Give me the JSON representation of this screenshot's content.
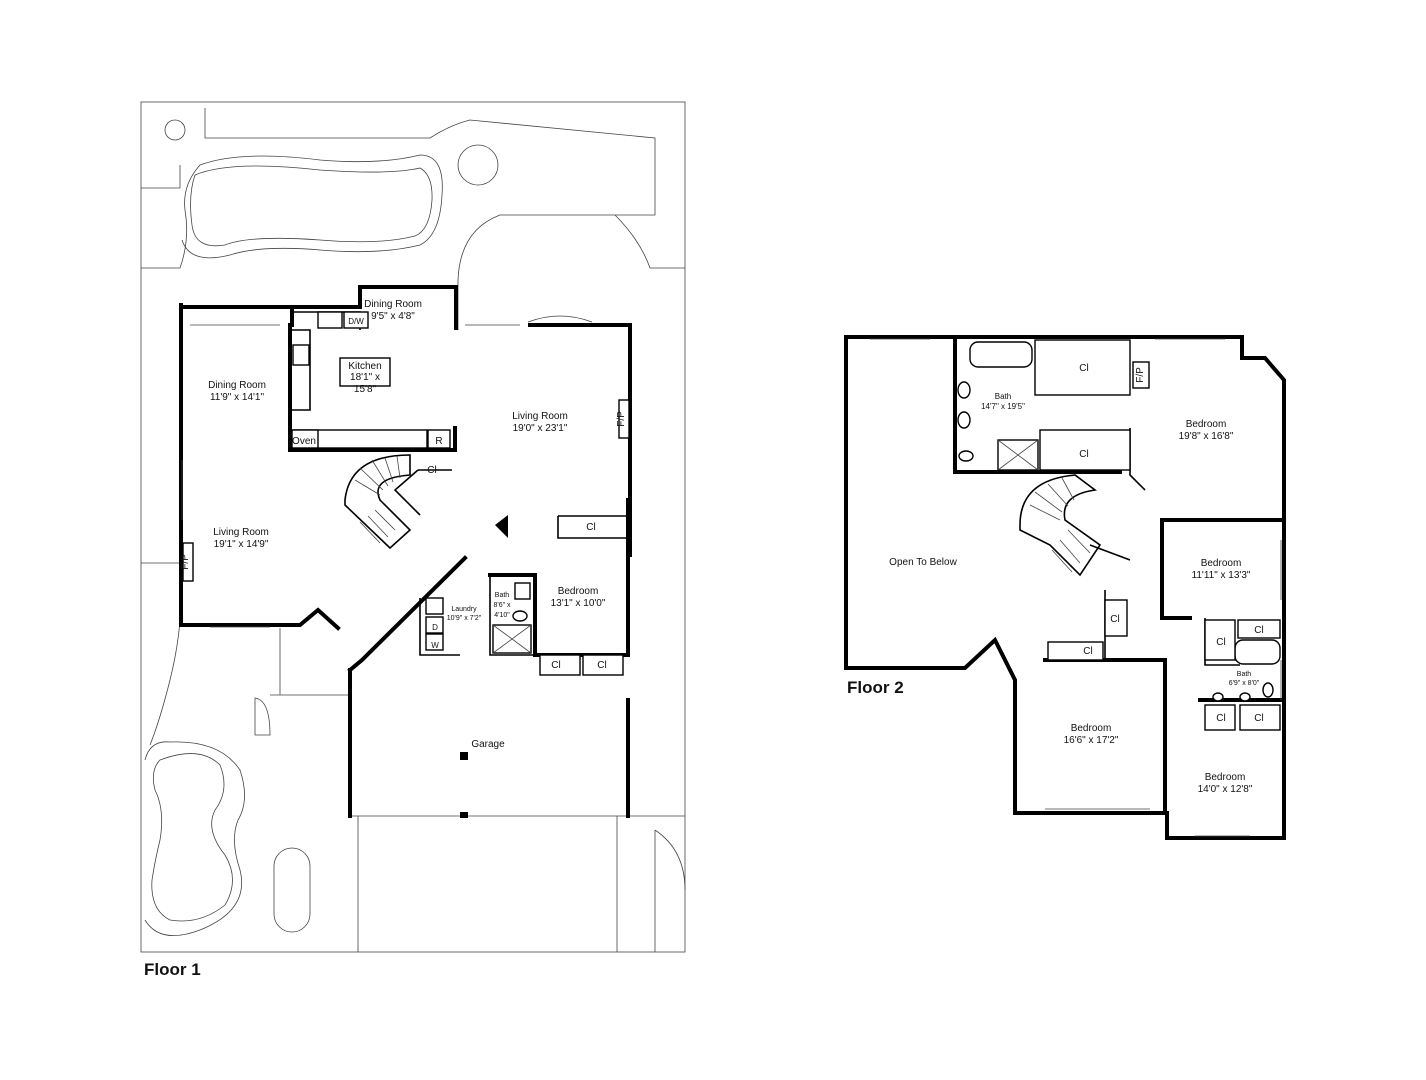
{
  "floors": [
    {
      "title": "Floor 1",
      "rooms": [
        {
          "name": "Dining Room",
          "dims": "9'5\" x 4'8\""
        },
        {
          "name": "Kitchen",
          "dims_line1": "18'1\" x",
          "dims_line2": "15'8\""
        },
        {
          "name": "Dining Room",
          "dims": "11'9\" x 14'1\""
        },
        {
          "name": "Living Room",
          "dims": "19'0\" x 23'1\""
        },
        {
          "name": "Living Room",
          "dims": "19'1\" x 14'9\""
        },
        {
          "name": "Bedroom",
          "dims": "13'1\" x 10'0\""
        },
        {
          "name": "Laundry",
          "dims": "10'9\" x 7'2\""
        },
        {
          "name": "Bath",
          "dims_line1": "8'6\" x",
          "dims_line2": "4'10\""
        },
        {
          "name": "Garage"
        }
      ],
      "fixtures": {
        "dw": "D/W",
        "oven": "Oven",
        "fridge": "R",
        "fireplace": "F/P",
        "closet": "Cl",
        "washer": "W",
        "dryer": "D"
      }
    },
    {
      "title": "Floor 2",
      "rooms": [
        {
          "name": "Bath",
          "dims": "14'7\" x 19'5\""
        },
        {
          "name": "Bedroom",
          "dims": "19'8\" x 16'8\""
        },
        {
          "name": "Open To Below"
        },
        {
          "name": "Bedroom",
          "dims": "11'11\" x 13'3\""
        },
        {
          "name": "Bath",
          "dims": "6'9\" x 8'0\""
        },
        {
          "name": "Bedroom",
          "dims": "16'6\" x 17'2\""
        },
        {
          "name": "Bedroom",
          "dims": "14'0\" x 12'8\""
        }
      ],
      "fixtures": {
        "fireplace": "F/P",
        "closet": "Cl"
      }
    }
  ]
}
